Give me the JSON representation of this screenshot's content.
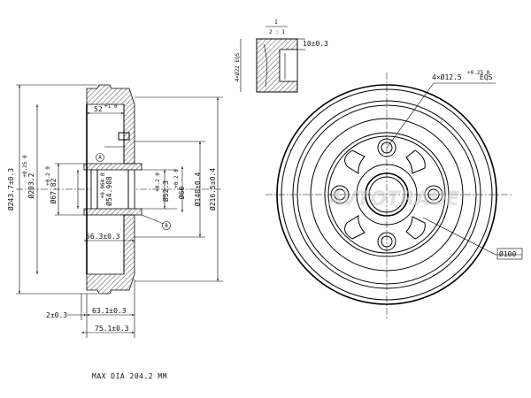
{
  "detail": {
    "label": "I",
    "scale": "2 : 1",
    "groove_width": "10±0.3",
    "groove_depth": "4×Ø22 EQS"
  },
  "section": {
    "bore_width": "52",
    "bore_width_tol": "+1 0",
    "outer_dia": "Ø243.7±0.3",
    "drum_dia": "Ø203.2",
    "drum_dia_tol": "+0.25 0",
    "hub_dia": "Ø67.82",
    "hub_dia_tol": "+0.2 0",
    "pilot_dia": "Ø54.908",
    "pilot_dia_tol": "+0.064 0",
    "inner_dia": "Ø52.3",
    "inner_dia_tol": "+0.2 0",
    "bolt_circle": "Ø60",
    "bolt_circle_tol": "+0.2 0",
    "flange_dia": "Ø140±0.4",
    "outer_flange": "Ø216.5±0.4",
    "offset": "56.3±0.3",
    "flange_thk": "2±0.3",
    "drum_depth": "63.1±0.3",
    "total_height": "75.1±0.3",
    "marker_a": "A",
    "marker_b": "B"
  },
  "front": {
    "holes": "4×Ø12.5",
    "holes_tol": "+0.25 0",
    "holes_suffix": "EQS",
    "pcd": "Ø100"
  },
  "note": "MAX DIA 204.2 MM",
  "watermark": "AVTOTRADE"
}
